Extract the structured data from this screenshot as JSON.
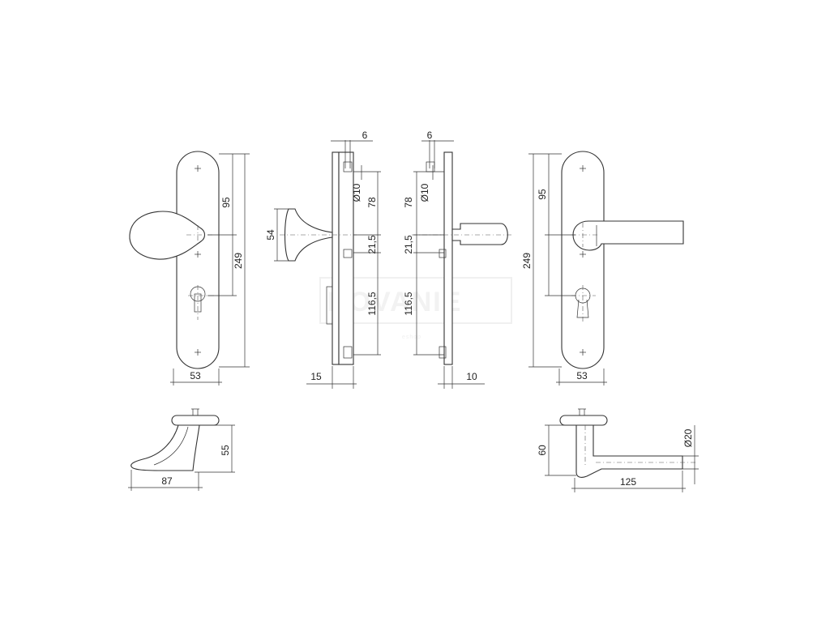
{
  "watermark": {
    "text": "KOVANIE",
    "subtext": "eshop"
  },
  "dimensions": {
    "knob_view": {
      "height_total": "249",
      "top_to_center": "95",
      "width": "53",
      "knob_diameter": "54"
    },
    "left_section": {
      "pin_width": "6",
      "pin_diameter": "Ø10",
      "top_offset": "78",
      "mid_offset": "21,5",
      "bottom_offset": "116,5",
      "plate_depth": "15"
    },
    "right_section": {
      "pin_width": "6",
      "pin_diameter": "Ø10",
      "top_offset": "78",
      "mid_offset": "21,5",
      "bottom_offset": "116,5",
      "plate_depth": "10"
    },
    "lever_view": {
      "height_total": "249",
      "top_to_center": "95",
      "width": "53"
    },
    "knob_side": {
      "height": "55",
      "projection": "87"
    },
    "lever_top": {
      "height": "60",
      "length": "125",
      "diameter": "Ø20"
    }
  },
  "colors": {
    "line": "#333333",
    "background": "#ffffff",
    "watermark": "#f2f2f2"
  }
}
